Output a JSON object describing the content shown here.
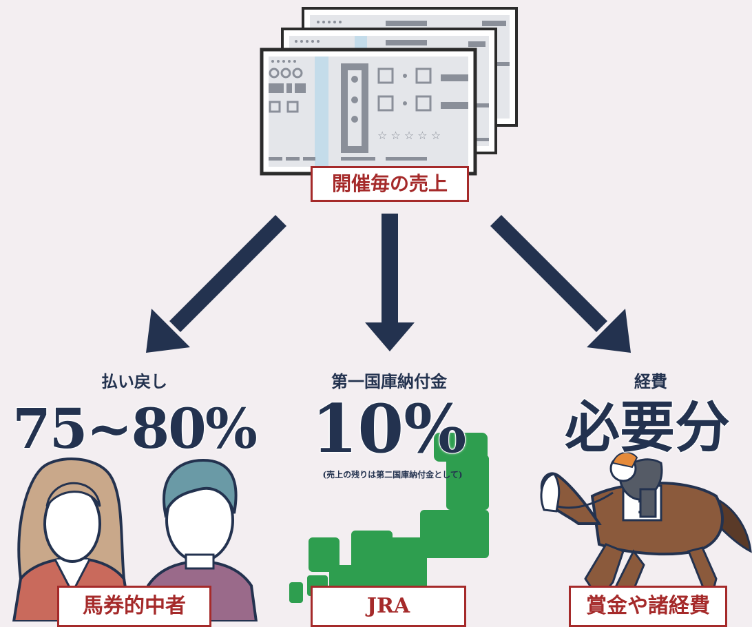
{
  "top": {
    "label": "開催毎の売上"
  },
  "branches": [
    {
      "heading": "払い戻し",
      "value": "75~80%",
      "recipient": "馬券的中者"
    },
    {
      "heading": "第一国庫納付金",
      "value": "10%",
      "note": "(売上の残りは第二国庫納付金として)",
      "recipient": "JRA"
    },
    {
      "heading": "経費",
      "value": "必要分",
      "recipient": "賞金や諸経費"
    }
  ],
  "icons": {
    "tickets": "betting-tickets-icon",
    "people": "woman-man-icon",
    "map": "japan-map-icon",
    "horse": "jockey-horse-icon"
  },
  "colors": {
    "navy": "#23324f",
    "accent_red": "#a52a2a",
    "map_green": "#2e9e4f",
    "horse_brown": "#8b5a3c",
    "background": "#f3eef1"
  }
}
